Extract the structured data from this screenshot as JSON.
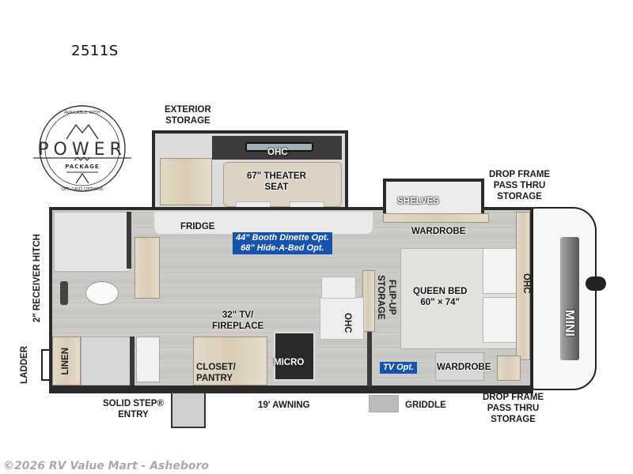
{
  "model": "2511S",
  "logo": {
    "top_arc": "AVAILABLE WITH",
    "word": "POWER",
    "sub": "PACKAGE",
    "bottom_arc": "OFF-GRID OPTIONS"
  },
  "labels": {
    "exterior_storage": "EXTERIOR\nSTORAGE",
    "ohc_top": "OHC",
    "theater_seat": "67\" THEATER\nSEAT",
    "fridge": "FRIDGE",
    "shelves": "SHELVES",
    "wardrobe_top": "WARDROBE",
    "drop_frame_top": "DROP FRAME\nPASS THRU\nSTORAGE",
    "receiver_hitch": "2\" RECEIVER HITCH",
    "ladder": "LADDER",
    "linen": "LINEN",
    "tv_fireplace": "32\" TV/\nFIREPLACE",
    "closet_pantry": "CLOSET/\nPANTRY",
    "micro": "MICRO",
    "ohc_kitchen": "OHC",
    "flip_up_storage": "FLIP-UP\nSTORAGE",
    "queen_bed": "QUEEN BED\n60\" × 74\"",
    "ohc_front": "OHC",
    "wardrobe_bottom": "WARDROBE",
    "solid_step": "SOLID STEP®\nENTRY",
    "awning": "19' AWNING",
    "griddle": "GRIDDLE",
    "drop_frame_bottom": "DROP FRAME\nPASS THRU\nSTORAGE",
    "front_cap_brand": "MINI"
  },
  "options": {
    "dinette": "44\" Booth Dinette Opt.\n68\" Hide-A-Bed Opt.",
    "tv": "TV Opt."
  },
  "colors": {
    "option_badge": "#1653b0",
    "wall": "#2b2b2b",
    "floor": "#c9c8c4",
    "cabinet_wood": "#e3d9c6"
  },
  "copyright": "©2026 RV Value Mart - Asheboro"
}
